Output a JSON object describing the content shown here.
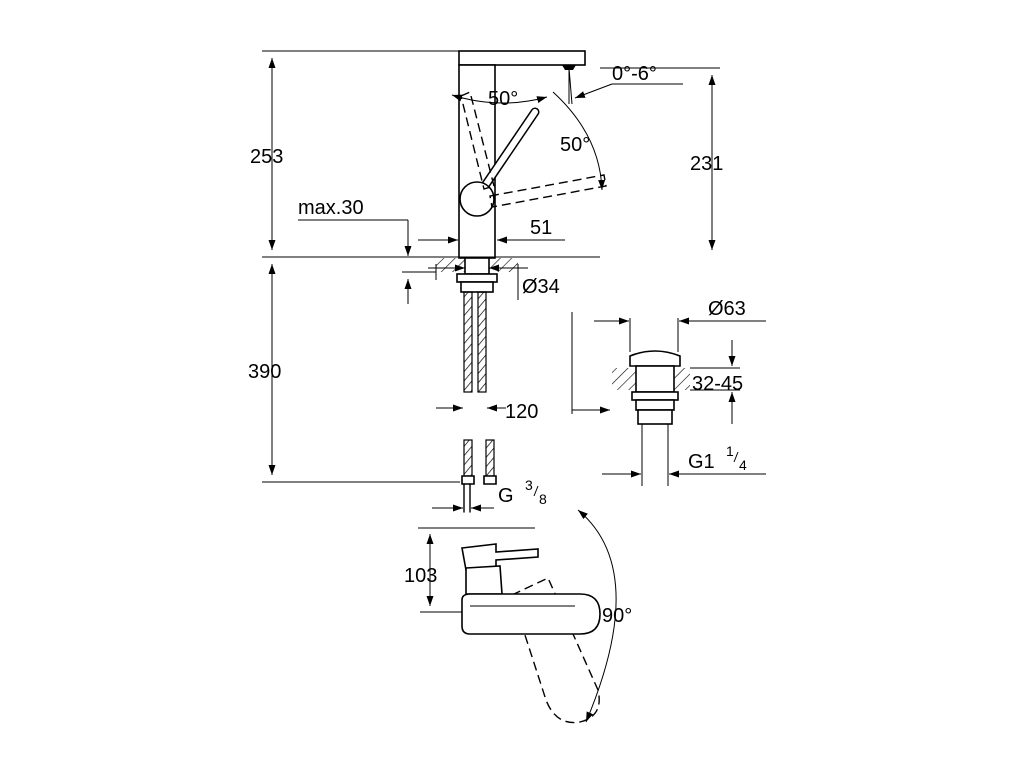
{
  "dimensions": {
    "height_total": "253",
    "height_spout": "231",
    "angle_spout": "0°-6°",
    "lever_angle_front": "50°",
    "lever_angle_back": "50°",
    "max_thickness": "max.30",
    "base_width": "51",
    "hole_diameter": "Ø34",
    "hose_length": "390",
    "hose_spacing": "120",
    "connection_thread_prefix": "G",
    "connection_thread_num": "3",
    "connection_thread_den": "8",
    "waste_diameter": "Ø63",
    "waste_range": "32-45",
    "waste_thread_prefix": "G1",
    "waste_thread_num": "1",
    "waste_thread_den": "4",
    "top_view_depth": "103",
    "swivel_angle": "90°"
  },
  "colors": {
    "line": "#000000",
    "background": "#ffffff"
  }
}
